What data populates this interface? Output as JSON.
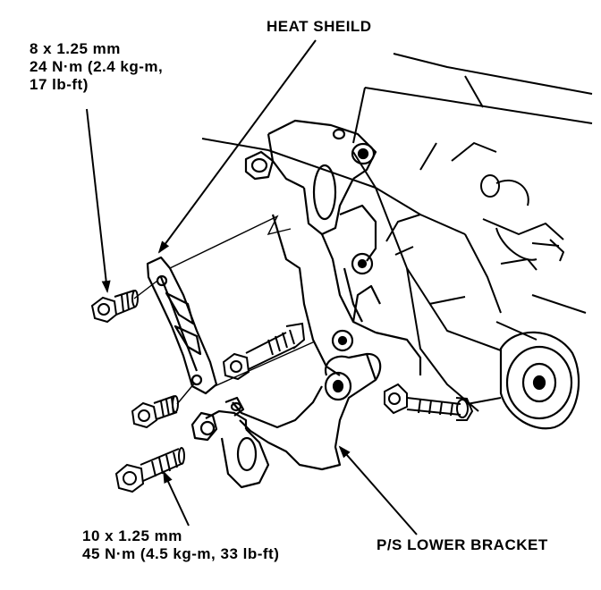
{
  "labels": {
    "heat_shield": "HEAT SHEILD",
    "upper_bolt": {
      "line1": "8 x 1.25 mm",
      "line2": "24 N·m (2.4 kg-m,",
      "line3": "17 lb-ft)"
    },
    "ps_lower_bracket": "P/S LOWER BRACKET",
    "lower_bolt": {
      "line1": "10 x 1.25 mm",
      "line2": "45 N·m (4.5 kg-m, 33 lb-ft)"
    }
  },
  "colors": {
    "ink": "#000000",
    "paper": "#ffffff"
  }
}
